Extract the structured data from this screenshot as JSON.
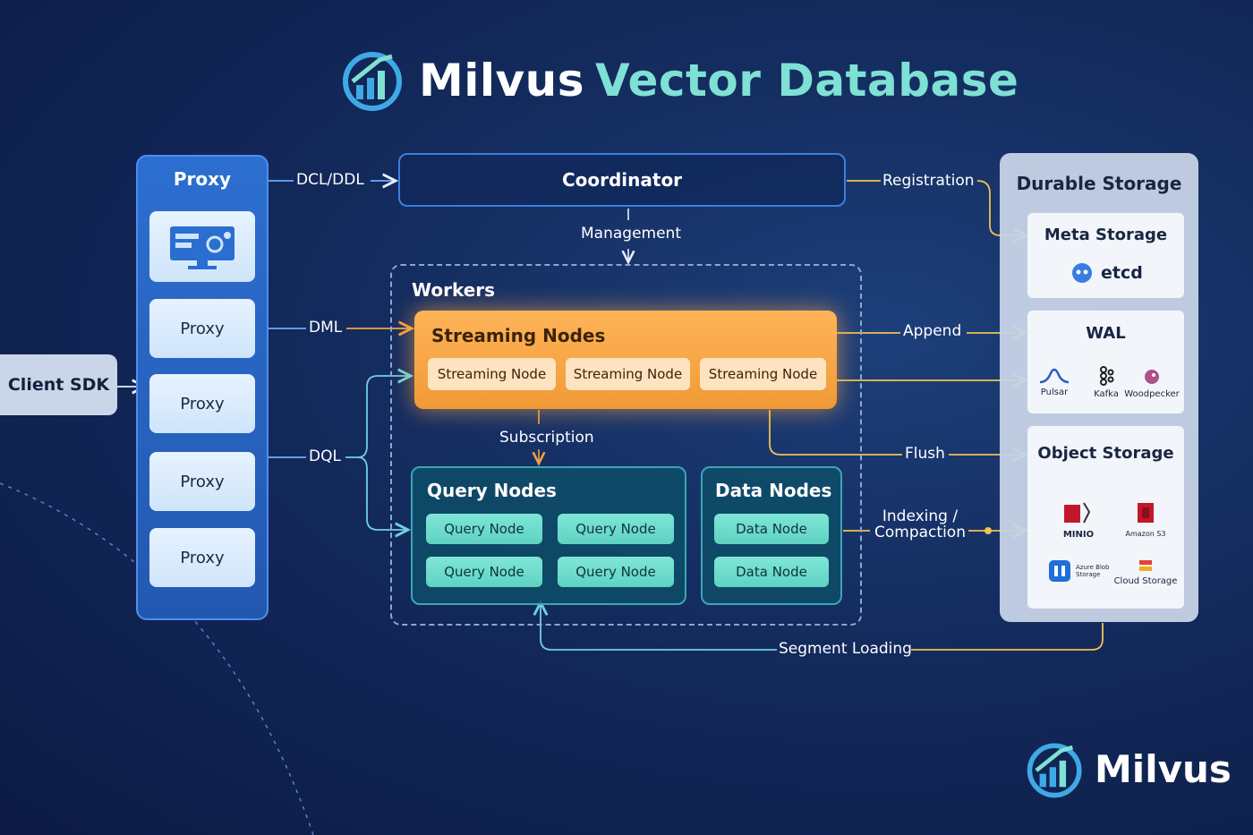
{
  "header": {
    "title_part1": "Milvus",
    "title_part2": "Vector Database"
  },
  "proxy": {
    "heading": "Proxy",
    "items": [
      "Proxy",
      "Proxy",
      "Proxy",
      "Proxy"
    ]
  },
  "client": {
    "label": "Client SDK"
  },
  "coordinator": {
    "label": "Coordinator"
  },
  "workers": {
    "label": "Workers",
    "streaming": {
      "label": "Streaming Nodes",
      "nodes": [
        "Streaming Node",
        "Streaming Node",
        "Streaming Node"
      ]
    },
    "query": {
      "label": "Query Nodes",
      "nodes": [
        "Query Node",
        "Query Node",
        "Query Node",
        "Query Node"
      ]
    },
    "data": {
      "label": "Data Nodes",
      "nodes": [
        "Data Node",
        "Data Node"
      ]
    }
  },
  "storage": {
    "label": "Durable Storage",
    "meta": {
      "label": "Meta Storage",
      "etcd": "etcd"
    },
    "wal": {
      "label": "WAL",
      "items": [
        "Pulsar",
        "Kafka",
        "Woodpecker"
      ]
    },
    "object": {
      "label": "Object Storage",
      "items": [
        "MINIO",
        "Amazon S3",
        "Azure Blob Storage",
        "Cloud Storage"
      ]
    }
  },
  "edges": {
    "dcl": "DCL/DDL",
    "dml": "DML",
    "dql": "DQL",
    "management": "Management",
    "registration": "Registration",
    "append": "Append",
    "flush": "Flush",
    "subscription": "Subscription",
    "indexing_line1": "Indexing /",
    "indexing_line2": "Compaction",
    "segment_loading": "Segment Loading"
  },
  "brand": {
    "label": "Milvus"
  },
  "colors": {
    "accent_teal": "#7fe0d4",
    "proxy_blue": "#2c6fd0",
    "streaming_orange": "#f5a040",
    "arrow_yellow": "#f2c14e",
    "arrow_cyan": "#6fd0e0"
  }
}
